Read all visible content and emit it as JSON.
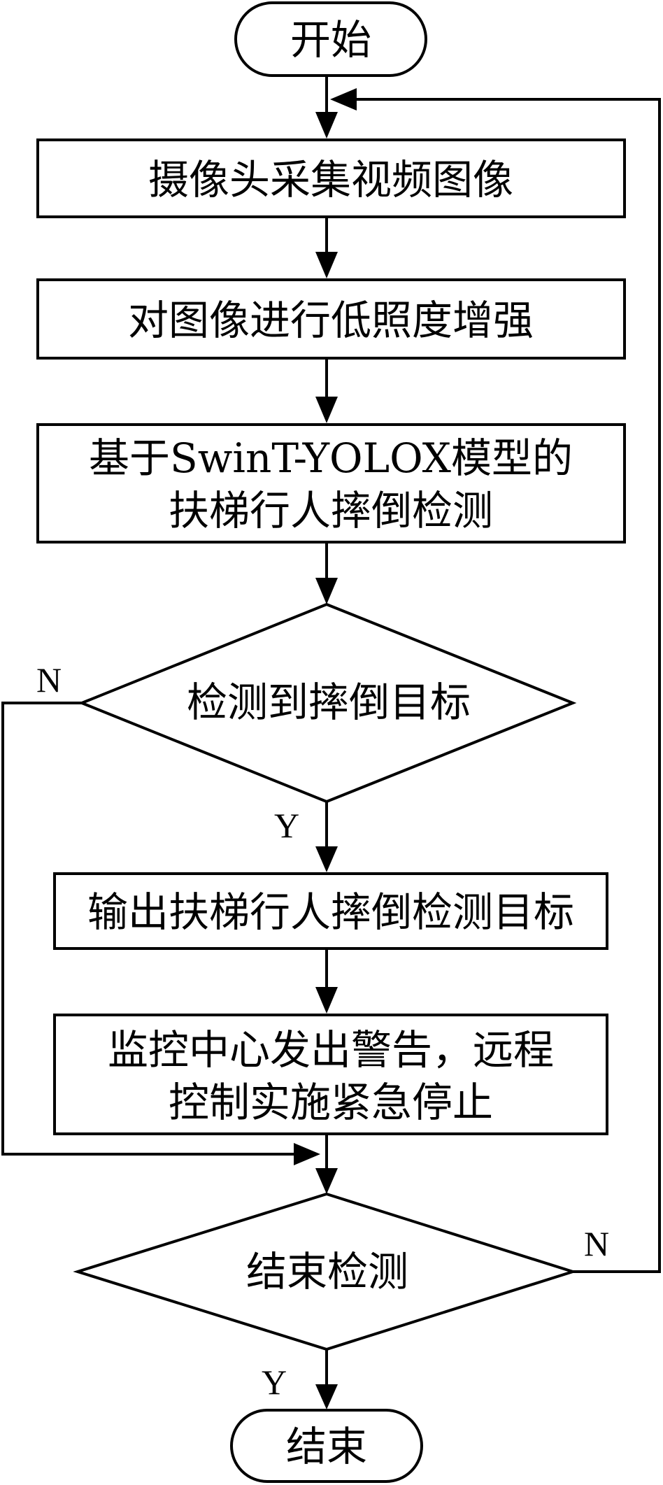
{
  "nodes": {
    "start": "开始",
    "capture": "摄像头采集视频图像",
    "enhance": "对图像进行低照度增强",
    "detect_line1": "基于SwinT-YOLOX模型的",
    "detect_line2": "扶梯行人摔倒检测",
    "decision_fall": "检测到摔倒目标",
    "output": "输出扶梯行人摔倒检测目标",
    "alarm_line1": "监控中心发出警告，远程",
    "alarm_line2": "控制实施紧急停止",
    "decision_end": "结束检测",
    "end": "结束"
  },
  "edges": {
    "fall_no": "N",
    "fall_yes": "Y",
    "end_no": "N",
    "end_yes": "Y"
  }
}
